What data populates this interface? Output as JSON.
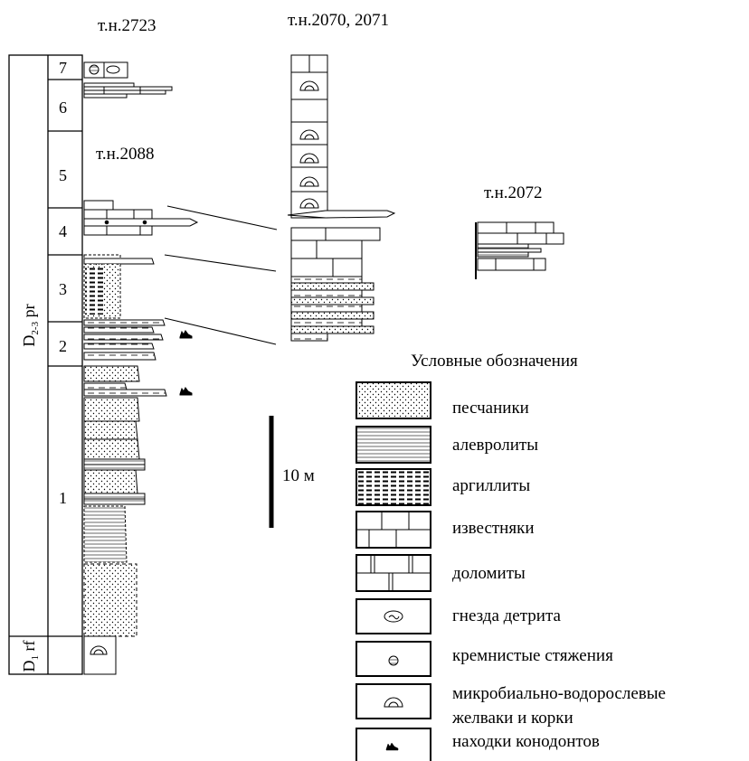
{
  "sections": {
    "s2723": "т.н.2723",
    "s2070": "т.н.2070, 2071",
    "s2088": "т.н.2088",
    "s2072": "т.н.2072"
  },
  "column": {
    "formation_main": "D",
    "formation_main_sub": "2-3",
    "formation_main_code": " pr",
    "formation_base": "D",
    "formation_base_sub": "1",
    "formation_base_code": " rf",
    "members": [
      "7",
      "6",
      "5",
      "4",
      "3",
      "2",
      "1"
    ]
  },
  "scale_bar": {
    "label": "10 м"
  },
  "legend": {
    "title": "Условные обозначения",
    "items": [
      {
        "pattern": "sandstone-pattern",
        "label": "песчаники"
      },
      {
        "pattern": "siltstone-pattern",
        "label": "алевролиты"
      },
      {
        "pattern": "mudstone-pattern",
        "label": "аргиллиты"
      },
      {
        "pattern": "limestone-pattern",
        "label": "известняки"
      },
      {
        "pattern": "dolomite-pattern",
        "label": "доломиты"
      },
      {
        "pattern": "detritus-nest-icon",
        "label": "гнезда детрита"
      },
      {
        "pattern": "chert-nodule-icon",
        "label": "кремнистые стяжения"
      },
      {
        "pattern": "microbial-nodule-icon",
        "label": "микробиально-водорослевые"
      },
      {
        "pattern": "",
        "label": "желваки и корки"
      },
      {
        "pattern": "conodont-find-icon",
        "label": "находки конодонтов"
      }
    ]
  }
}
